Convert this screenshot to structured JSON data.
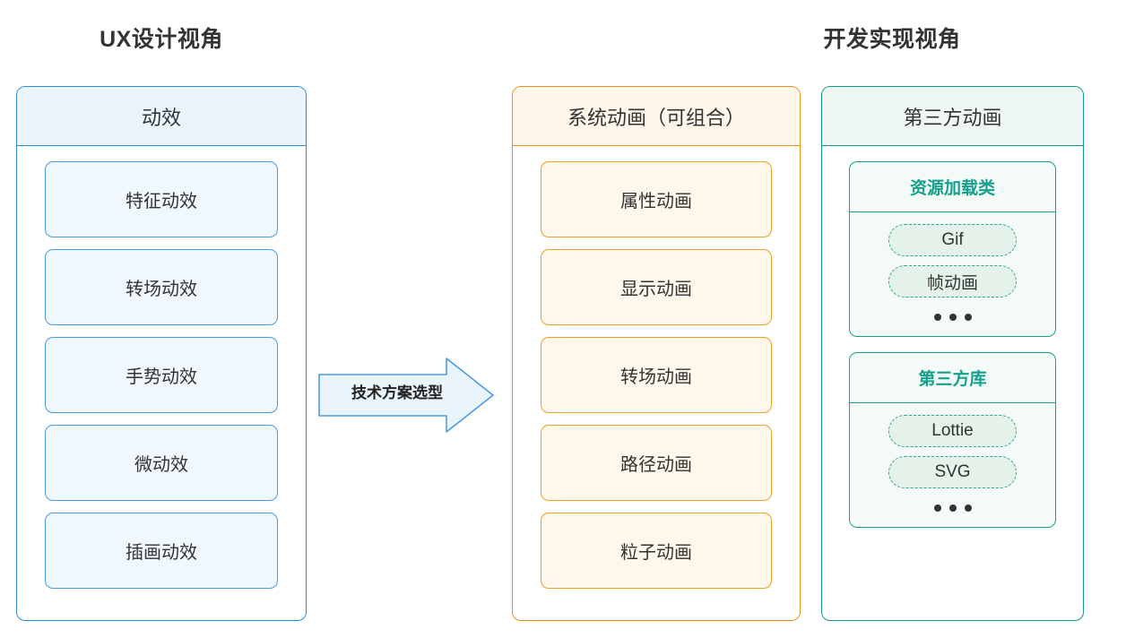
{
  "titles": {
    "ux": "UX设计视角",
    "dev": "开发实现视角"
  },
  "arrow": {
    "label": "技术方案选型",
    "icon": "arrow-right-icon",
    "fill": "#eaf4fc",
    "stroke": "#4a9ce2"
  },
  "ux_column": {
    "header": "动效",
    "accent": "#2e8bd6",
    "items": [
      {
        "label": "特征动效"
      },
      {
        "label": "转场动效"
      },
      {
        "label": "手势动效"
      },
      {
        "label": "微动效"
      },
      {
        "label": "插画动效"
      }
    ]
  },
  "system_column": {
    "header": "系统动画（可组合）",
    "accent": "#e8921e",
    "items": [
      {
        "label": "属性动画"
      },
      {
        "label": "显示动画"
      },
      {
        "label": "转场动画"
      },
      {
        "label": "路径动画"
      },
      {
        "label": "粒子动画"
      }
    ]
  },
  "third_party_column": {
    "header": "第三方动画",
    "accent": "#14998a",
    "groups": [
      {
        "title": "资源加载类",
        "pills": [
          "Gif",
          "帧动画"
        ],
        "more": "•••"
      },
      {
        "title": "第三方库",
        "pills": [
          "Lottie",
          "SVG"
        ],
        "more": "•••"
      }
    ]
  }
}
